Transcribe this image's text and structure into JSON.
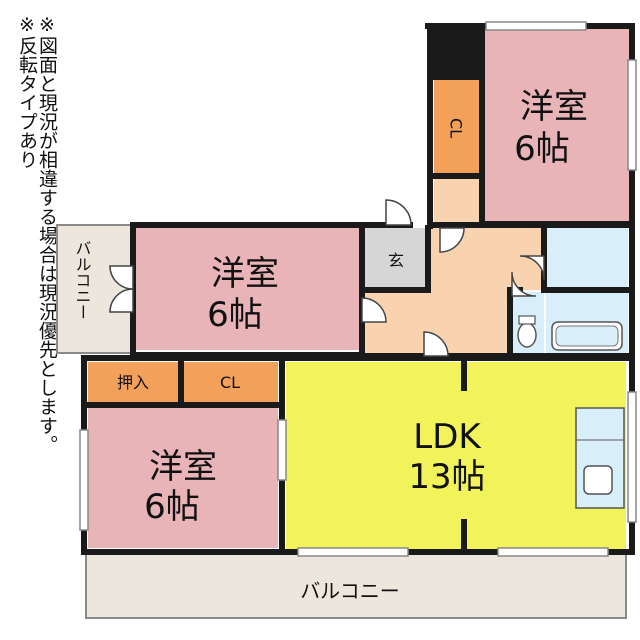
{
  "notes": {
    "line1": "※反転タイプあり",
    "line2": "※図面と現況が相違する場合は現況優先とします。"
  },
  "rooms": {
    "bedroom_top_right": {
      "name": "洋室",
      "size": "6帖"
    },
    "bedroom_middle": {
      "name": "洋室",
      "size": "6帖"
    },
    "bedroom_bottom_left": {
      "name": "洋室",
      "size": "6帖"
    },
    "ldk": {
      "name": "LDK",
      "size": "13帖"
    },
    "closet_top": "CL",
    "closet_middle": "CL",
    "oshiire": "押入",
    "genkan": "玄",
    "balcony_left": "バルコニー",
    "balcony_bottom": "バルコニー"
  },
  "colors": {
    "bedroom": "#e8b4b8",
    "ldk": "#f2f25a",
    "closet": "#f2a05a",
    "hall": "#f9d2b0",
    "wet_area": "#d8eef8",
    "balcony": "#ece6dc",
    "genkan": "#d6d6d6",
    "wall": "#1a1a1a"
  }
}
